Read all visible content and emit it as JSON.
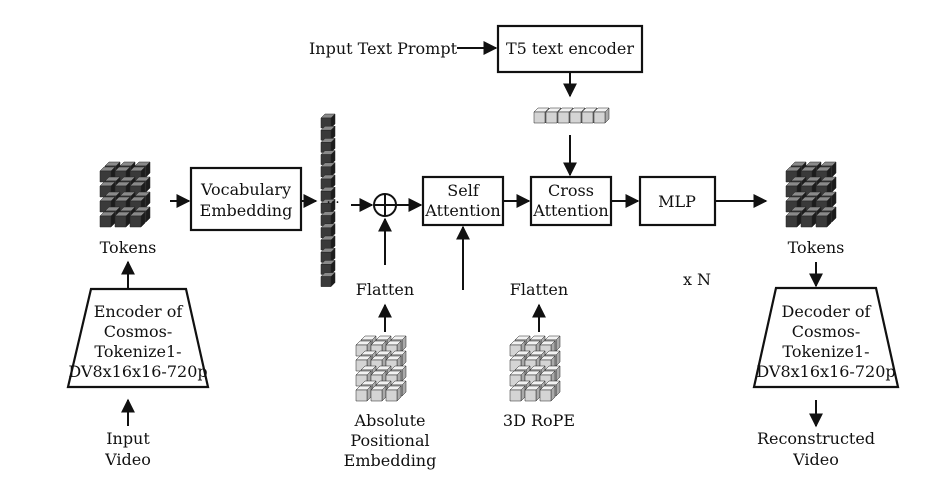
{
  "diagram": {
    "input_text_prompt": "Input Text Prompt",
    "t5_encoder": "T5 text encoder",
    "vocab_line1": "Vocabulary",
    "vocab_line2": "Embedding",
    "self_line1": "Self",
    "self_line2": "Attention",
    "cross_line1": "Cross",
    "cross_line2": "Attention",
    "mlp": "MLP",
    "tokens_left": "Tokens",
    "tokens_right": "Tokens",
    "encoder_lines": [
      "Encoder of",
      "Cosmos-",
      "Tokenize1-",
      "DV8x16x16-720p"
    ],
    "decoder_lines": [
      "Decoder of",
      "Cosmos-",
      "Tokenize1-",
      "DV8x16x16-720p"
    ],
    "input_video_lines": [
      "Input",
      "Video"
    ],
    "reconstructed_lines": [
      "Reconstructed",
      "Video"
    ],
    "flatten_left": "Flatten",
    "flatten_right": "Flatten",
    "abs_pos_lines": [
      "Absolute",
      "Positional",
      "Embedding"
    ],
    "rope": "3D RoPE",
    "repeat": "x N",
    "dots": "···",
    "plus_symbol": "⊕"
  },
  "colors": {
    "line": "#111111",
    "dark_cube_top": "#8a8a8a",
    "dark_cube_front": "#3a3a3a",
    "dark_cube_side": "#1c1c1c",
    "light_cube_top": "#f2f2f2",
    "light_cube_front": "#d4d4d4",
    "light_cube_side": "#aaaaaa"
  }
}
